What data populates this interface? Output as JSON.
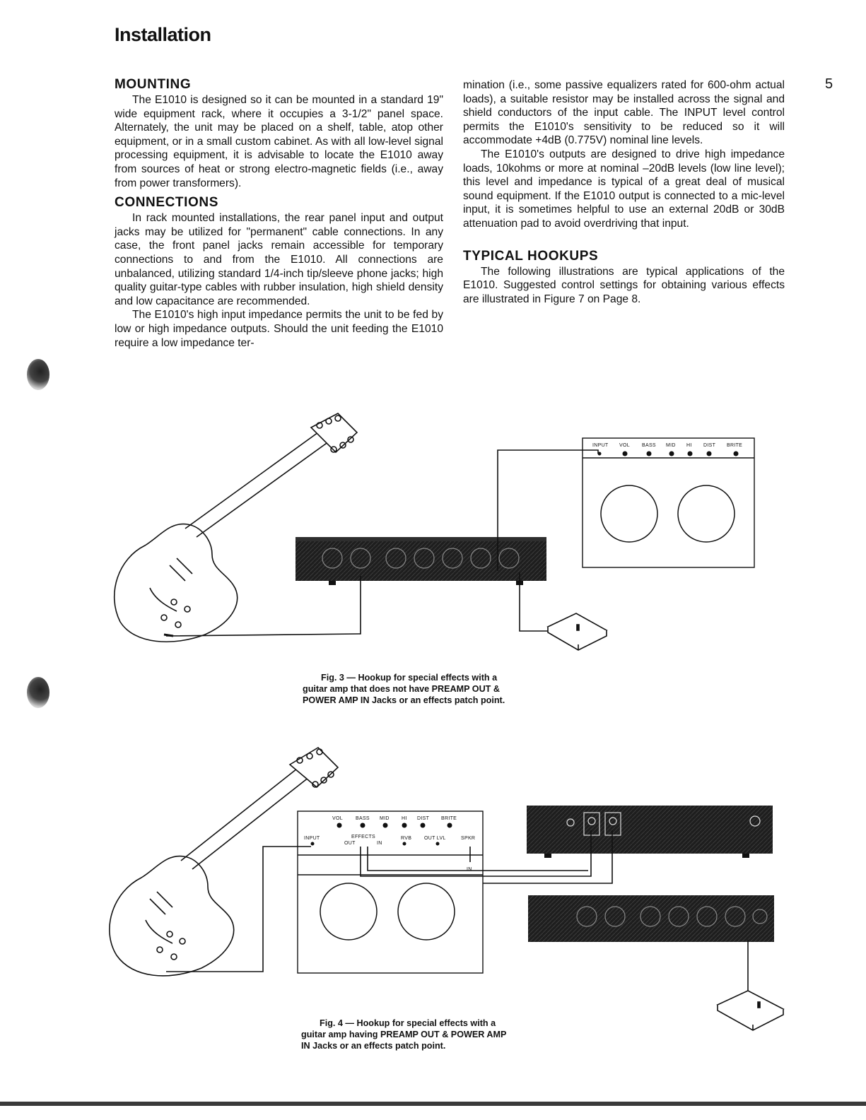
{
  "page": {
    "title": "Installation",
    "page_number": "5"
  },
  "left_column": {
    "mounting": {
      "heading": "MOUNTING",
      "body": "The E1010 is designed so it can be mounted in a standard 19\" wide equipment rack, where it occupies a 3-1/2\" panel space. Alternately, the unit may be placed on a shelf, table, atop other equipment, or in a small custom cabinet. As with all low-level signal processing equipment, it is advisable to locate the E1010 away from sources of heat or strong electro-magnetic fields (i.e., away from power transformers)."
    },
    "connections": {
      "heading": "CONNECTIONS",
      "para1": "In rack mounted installations, the rear panel input and output jacks may be utilized for \"permanent\" cable connections. In any case, the front panel jacks remain accessible for temporary connections to and from the E1010. All connections are unbalanced, utilizing standard 1/4-inch tip/sleeve phone jacks; high quality guitar-type cables with rubber insulation, high shield density and low capacitance are recommended.",
      "para2": "The E1010's high input impedance permits the unit to be fed by low or high impedance outputs. Should the unit feeding the E1010 require a low impedance ter-"
    }
  },
  "right_column": {
    "para1": "mination (i.e., some passive equalizers rated for 600-ohm actual loads), a suitable resistor may be installed across the signal and shield conductors of the input cable. The INPUT level control permits the E1010's sensitivity to be reduced so it will accommodate +4dB (0.775V) nominal line levels.",
    "para2": "The E1010's outputs are designed to drive high impedance loads, 10kohms or more at nominal –20dB levels (low line level); this level and impedance is typical of a great deal of musical sound equipment. If the E1010 output is connected to a mic-level input, it is sometimes helpful to use an external 20dB or 30dB attenuation pad to avoid overdriving that input.",
    "typical_hookups": {
      "heading": "TYPICAL HOOKUPS",
      "body": "The following illustrations are typical applications of the E1010. Suggested control settings for obtaining various effects are illustrated in Figure 7 on Page 8."
    }
  },
  "figure3": {
    "amp_labels": [
      "INPUT",
      "VOL",
      "BASS",
      "MID",
      "HI",
      "DIST",
      "BRITE"
    ],
    "caption": {
      "line1": "Fig. 3 — Hookup for special effects with a",
      "line2": "guitar amp that does not have PREAMP OUT &",
      "line3": "POWER AMP IN Jacks or an effects patch point."
    }
  },
  "figure4": {
    "amp_labels_top": [
      "VOL",
      "BASS",
      "MID",
      "HI",
      "DIST",
      "BRITE"
    ],
    "amp_labels_bottom": {
      "input": "INPUT",
      "effects": "EFFECTS",
      "out": "OUT",
      "in": "IN",
      "rvb": "RVB",
      "out_lvl": "OUT LVL",
      "spkr": "SPKR",
      "spkr_in": "IN"
    },
    "caption": {
      "line1": "Fig. 4 — Hookup for special effects with a",
      "line2": "guitar amp having PREAMP OUT & POWER AMP",
      "line3": "IN Jacks or an effects patch point."
    }
  },
  "colors": {
    "ink": "#111111",
    "rack_panel": "#1e1e1e",
    "paper": "#ffffff"
  }
}
